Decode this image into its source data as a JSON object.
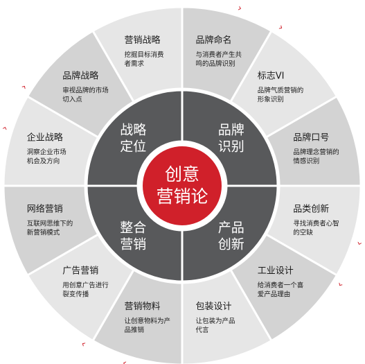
{
  "center": {
    "line1": "创意",
    "line2": "营销论"
  },
  "quadrants": [
    {
      "line1": "战略",
      "line2": "定位"
    },
    {
      "line1": "品牌",
      "line2": "识别"
    },
    {
      "line1": "产品",
      "line2": "创新"
    },
    {
      "line1": "整合",
      "line2": "营销"
    }
  ],
  "segments": [
    {
      "title": "营销战略",
      "lines": [
        "挖掘目标消费",
        "者需求"
      ]
    },
    {
      "title": "品牌命名",
      "lines": [
        "与消费者产生共",
        "鸣的品牌识别"
      ]
    },
    {
      "title": "标志VI",
      "lines": [
        "品牌气质营销的",
        "形象识别"
      ]
    },
    {
      "title": "品牌口号",
      "lines": [
        "品牌理念营销的",
        "情感识别"
      ]
    },
    {
      "title": "品类创新",
      "lines": [
        "寻找消费者心智",
        "的空缺"
      ]
    },
    {
      "title": "工业设计",
      "lines": [
        "给消费者一个喜",
        "爱产品理由"
      ]
    },
    {
      "title": "包装设计",
      "lines": [
        "让包装为产品",
        "代言"
      ]
    },
    {
      "title": "营销物料",
      "lines": [
        "让创意物料为产",
        "品推销"
      ]
    },
    {
      "title": "广告营销",
      "lines": [
        "用创意广告进行",
        "裂变传播"
      ]
    },
    {
      "title": "网络营销",
      "lines": [
        "互联网思维下的",
        "新营销模式"
      ]
    },
    {
      "title": "企业战略",
      "lines": [
        "洞察企业市场",
        "机会及方向"
      ]
    },
    {
      "title": "品牌战略",
      "lines": [
        "审视品牌的市场",
        "切入点"
      ]
    }
  ],
  "colors": {
    "accent": "#d0202a",
    "segment_light": "#e6e6e6",
    "segment_dark": "#d3d3d3",
    "quadrant": "#58595b",
    "text_dark": "#1a1a1a"
  }
}
